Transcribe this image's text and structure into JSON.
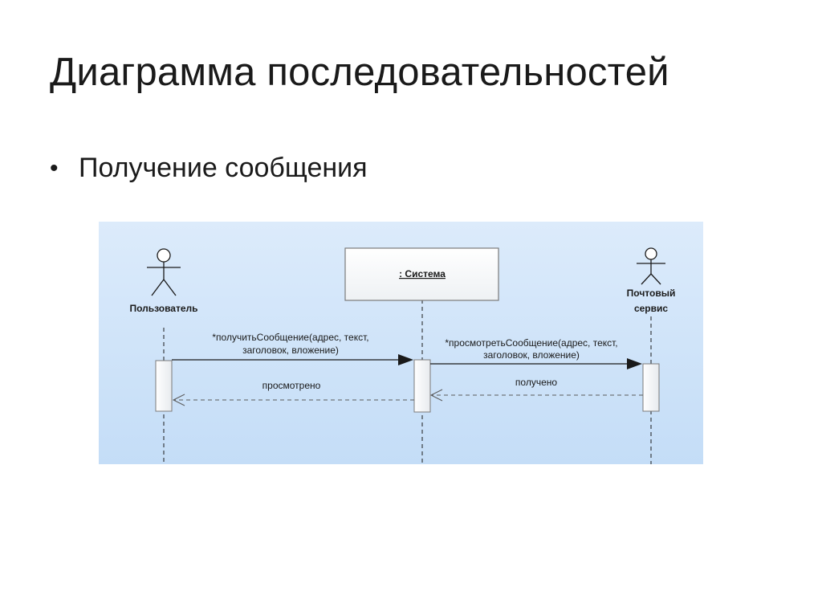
{
  "slide": {
    "title": "Диаграмма последовательностей",
    "bullets": [
      "Получение сообщения"
    ]
  },
  "diagram": {
    "type": "sequence",
    "participants": [
      {
        "kind": "actor",
        "label_lines": [
          "Пользователь"
        ]
      },
      {
        "kind": "object",
        "label_lines": [
          ": Система"
        ]
      },
      {
        "kind": "actor",
        "label_lines": [
          "Почтовый",
          "сервис"
        ]
      }
    ],
    "messages": [
      {
        "from": "Пользователь",
        "to": ": Система",
        "style": "sync",
        "label_lines": [
          "*получитьСообщение(адрес, текст,",
          "заголовок, вложение)"
        ]
      },
      {
        "from": ": Система",
        "to": "Почтовый сервис",
        "style": "sync",
        "label_lines": [
          "*просмотретьСообщение(адрес, текст,",
          "заголовок, вложение)"
        ]
      },
      {
        "from": "Почтовый сервис",
        "to": ": Система",
        "style": "reply",
        "label_lines": [
          "получено"
        ]
      },
      {
        "from": ": Система",
        "to": "Пользователь",
        "style": "reply",
        "label_lines": [
          "просмотрено"
        ]
      }
    ],
    "colors": {
      "background_top": "#dcebfb",
      "background_bottom": "#c4ddf7",
      "line": "#1a1a1a",
      "activation_fill": "#ffffff",
      "dashed_arrow": "#5a5a5a"
    }
  }
}
